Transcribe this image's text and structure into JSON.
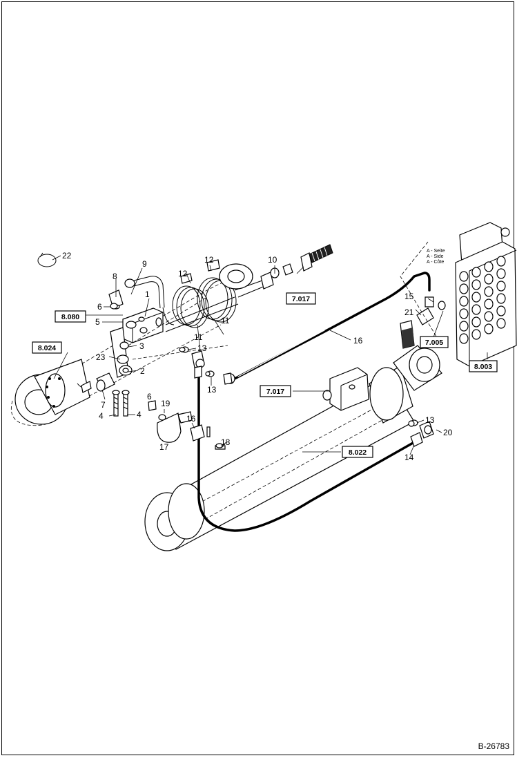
{
  "figure_id": "B-26783",
  "legend": [
    "A - Seite",
    "A - Side",
    "A - Côte"
  ],
  "ref_boxes": [
    {
      "id": "ref-7017-top",
      "label": "7.017"
    },
    {
      "id": "ref-8080",
      "label": "8.080"
    },
    {
      "id": "ref-8024",
      "label": "8.024"
    },
    {
      "id": "ref-7005",
      "label": "7.005"
    },
    {
      "id": "ref-8003",
      "label": "8.003"
    },
    {
      "id": "ref-7017-mid",
      "label": "7.017"
    },
    {
      "id": "ref-8022",
      "label": "8.022"
    }
  ],
  "callouts": {
    "c1": "1",
    "c2": "2",
    "c3": "3",
    "c4a": "4",
    "c4b": "4",
    "c5": "5",
    "c6a": "6",
    "c6b": "6",
    "c7": "7",
    "c8": "8",
    "c9": "9",
    "c10": "10",
    "c11a": "11",
    "c11b": "11",
    "c12a": "12",
    "c12b": "12",
    "c13a": "13",
    "c13b": "13",
    "c13c": "13",
    "c14": "14",
    "c15": "15",
    "c16a": "16",
    "c16b": "16",
    "c17": "17",
    "c18": "18",
    "c19": "19",
    "c20": "20",
    "c21": "21",
    "c22": "22",
    "c23": "23"
  }
}
